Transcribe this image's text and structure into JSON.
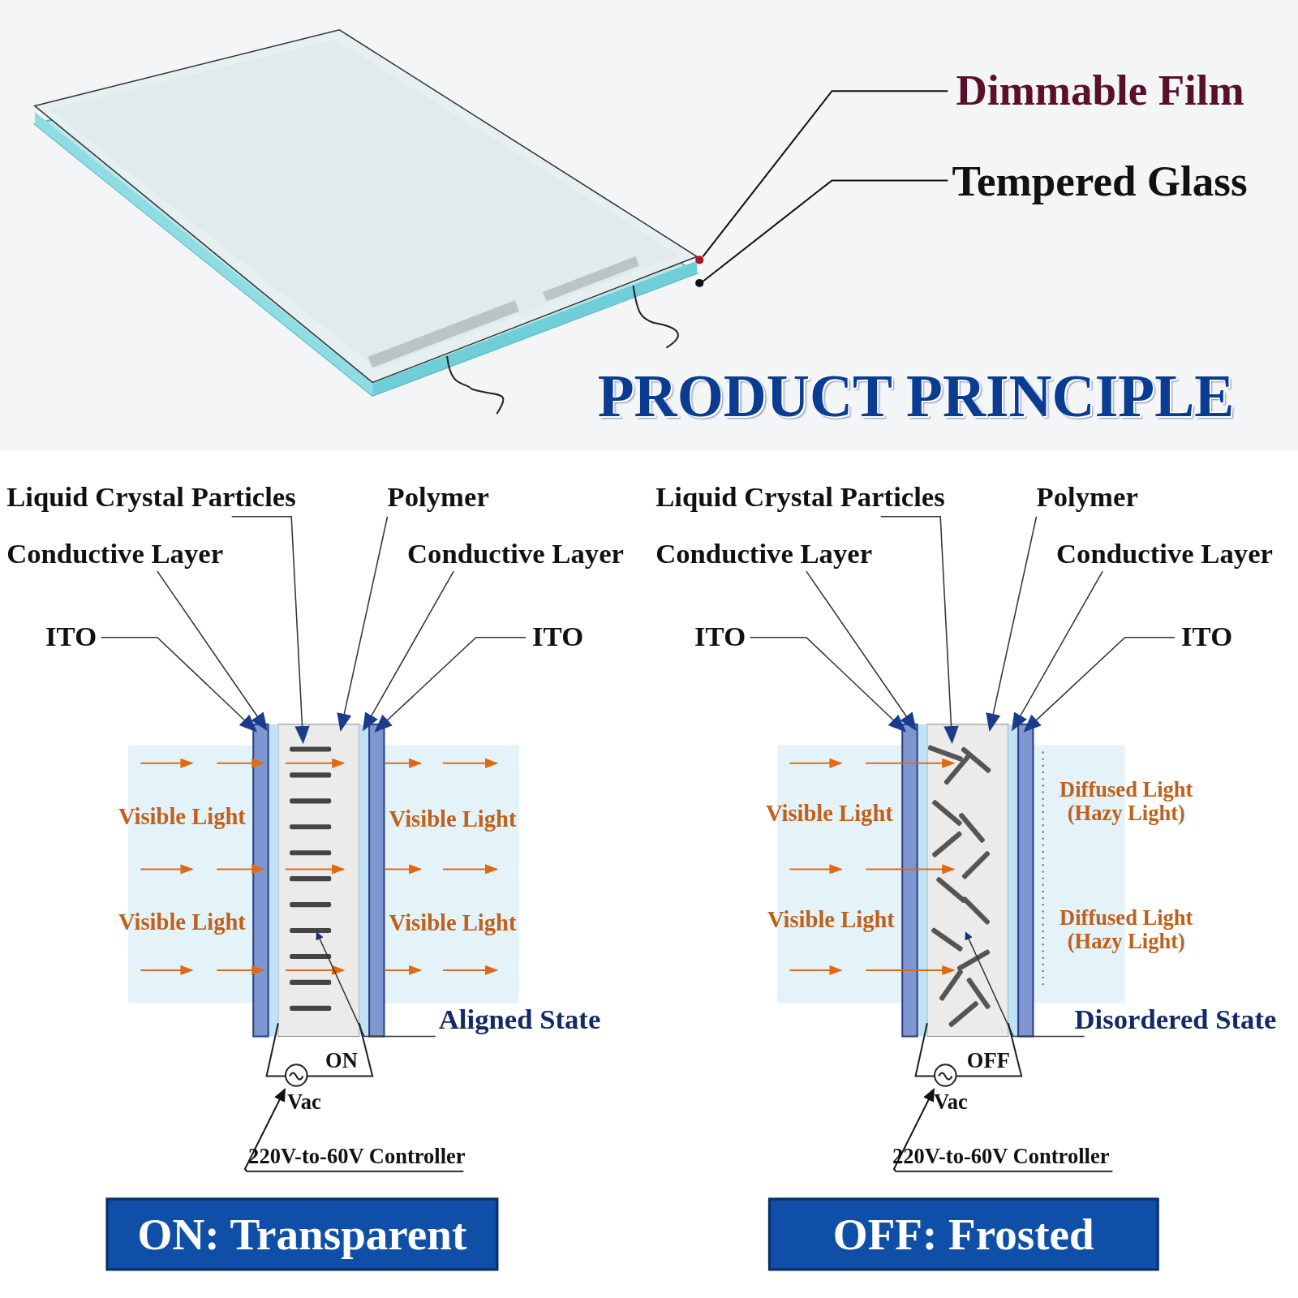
{
  "diagram": {
    "title": "PRODUCT PRINCIPLE",
    "nodes": [
      {
        "text": [
          "ON: Transparent"
        ]
      },
      {
        "text": [
          "OFF: Frosted"
        ]
      }
    ],
    "labels": [
      "Dimmable Film",
      "Tempered Glass",
      "Liquid Crystal Particles",
      "Polymer",
      "Conductive Layer",
      "Conductive Layer",
      "ITO",
      "ITO",
      "Visible Light",
      "Visible Light",
      "Visible Light",
      "Visible Light",
      "Aligned State",
      "ON",
      "Vac",
      "220V-to-60V Controller",
      "Liquid Crystal Particles",
      "Polymer",
      "Conductive Layer",
      "Conductive Layer",
      "ITO",
      "ITO",
      "Visible Light",
      "Visible Light",
      "Diffused Light (Hazy Light)",
      "Diffused Light (Hazy Light)",
      "Disordered State",
      "OFF",
      "Vac",
      "220V-to-60V Controller"
    ]
  }
}
